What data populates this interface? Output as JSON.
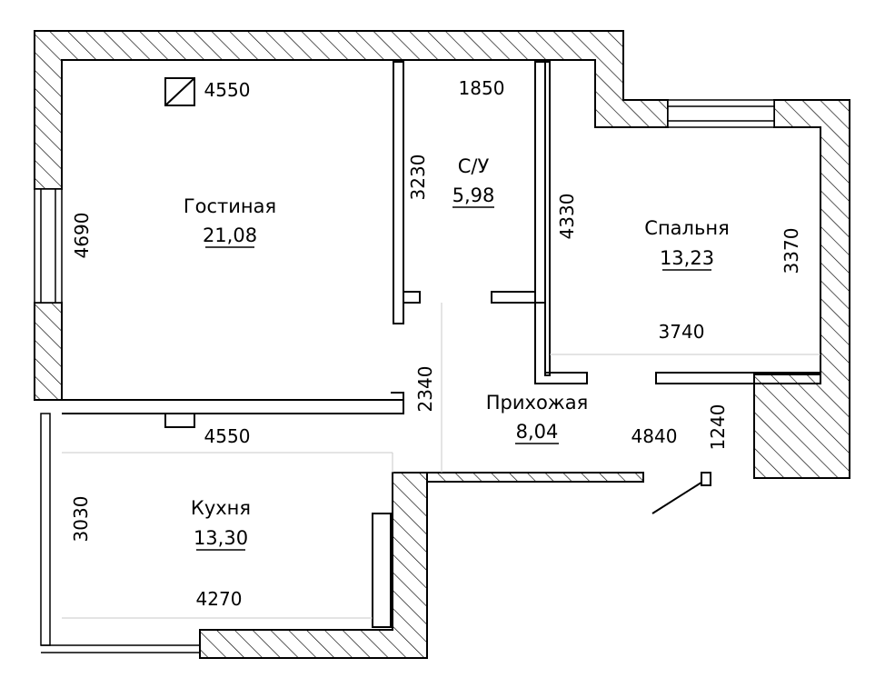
{
  "rooms": {
    "living": {
      "name": "Гостиная",
      "area": "21,08"
    },
    "bathroom": {
      "name": "С/У",
      "area": "5,98"
    },
    "bedroom": {
      "name": "Спальня",
      "area": "13,23"
    },
    "hallway": {
      "name": "Прихожая",
      "area": "8,04"
    },
    "kitchen": {
      "name": "Кухня",
      "area": "13,30"
    }
  },
  "dimensions": {
    "living_width": "4550",
    "living_height": "4690",
    "bath_width": "1850",
    "bath_height": "3230",
    "bedroom_height_left": "4330",
    "bedroom_height_right": "3370",
    "bedroom_width": "3740",
    "hall_height": "2340",
    "hall_width": "4840",
    "entry_depth": "1240",
    "kitchen_width_top": "4550",
    "kitchen_height": "3030",
    "kitchen_width_bottom": "4270"
  },
  "colors": {
    "wall": "#000000",
    "background": "#ffffff",
    "dim_line": "#c8c8c8"
  }
}
